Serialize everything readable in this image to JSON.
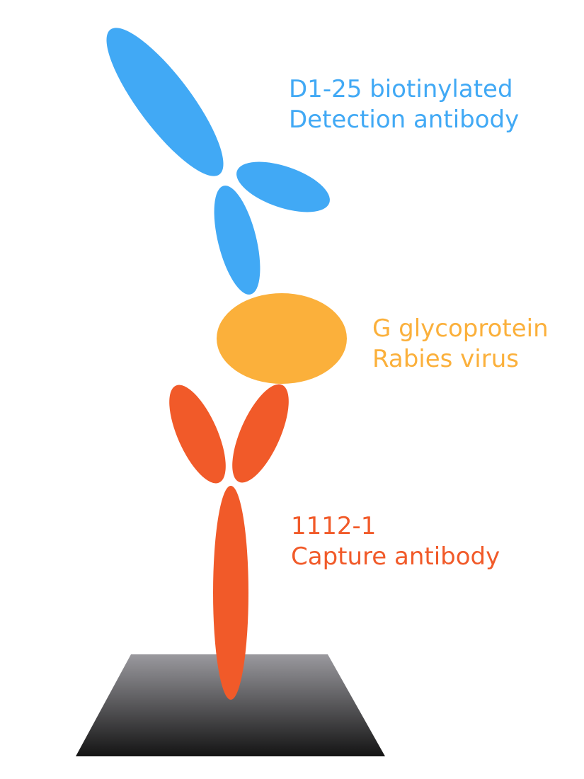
{
  "colors": {
    "detection_antibody": "#41a9f5",
    "antigen": "#fbb03b",
    "capture_antibody": "#f15a29",
    "plate_top": "#9a999e",
    "plate_bottom": "#141414"
  },
  "labels": {
    "detection": {
      "line1": "D1-25 biotinylated",
      "line2": "Detection antibody"
    },
    "antigen": {
      "line1": "G glycoprotein",
      "line2": "Rabies virus"
    },
    "capture": {
      "line1": "1112-1",
      "line2": "Capture antibody"
    }
  }
}
